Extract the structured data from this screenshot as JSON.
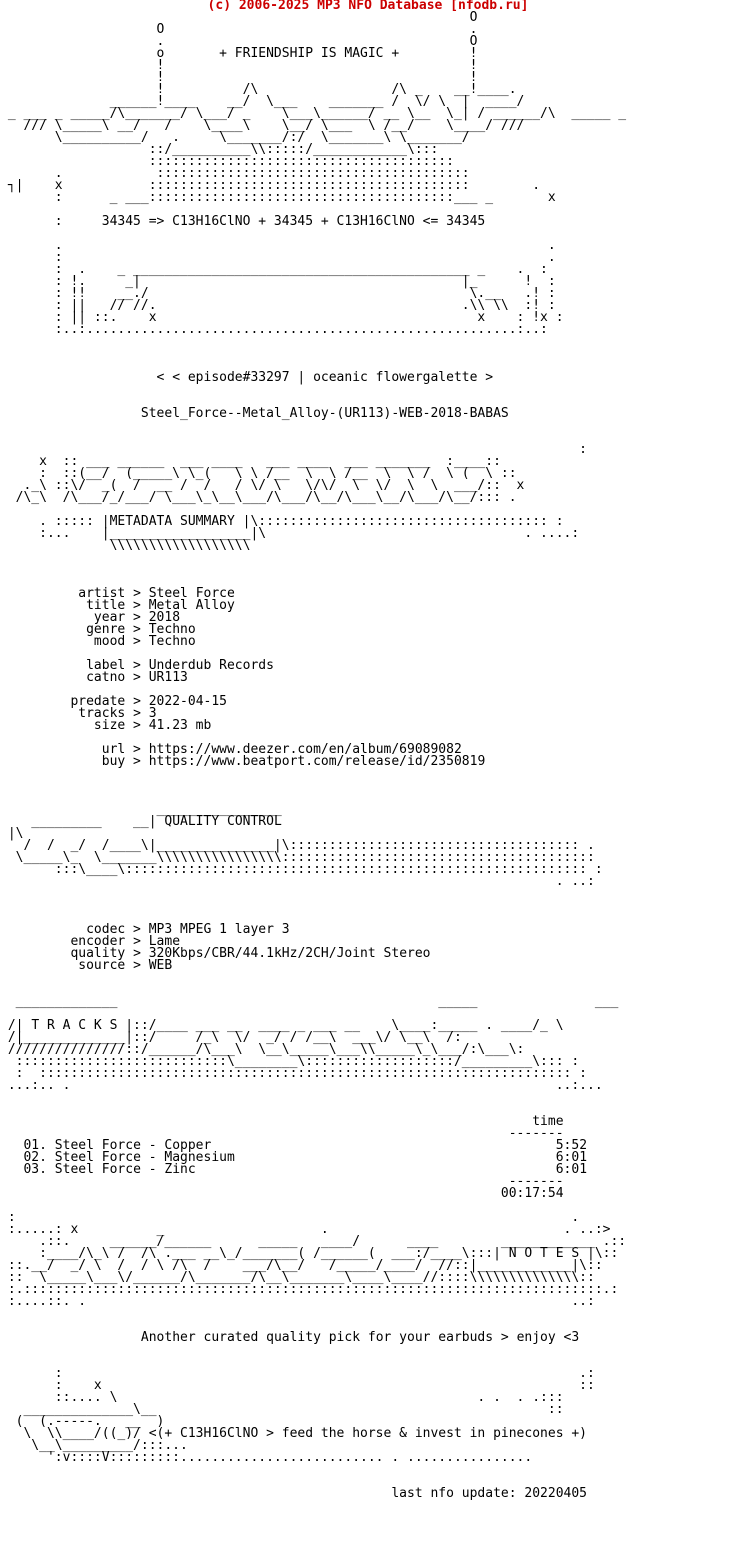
{
  "header": "(c) 2006-2025 MP3 NFO Database [nfodb.ru]",
  "art_top": "                                                            O\n                    O                                       .\n                    .                                       O\n                    o       + FRIENDSHIP IS MAGIC +         !\n                    !                                       !\n                    !                                       !\n                    !          /\\                 /\\ _    __!____.\n              ______!____    __/  \\___    _______ /  \\/ \\  |  ____/\n _ ___ _ _____/\\_______/ \\___/ _    \\___\\______/ __ \\__  \\_| / ______/\\  _____ _\n   /// \\_____\\ __/   /    \\____\\    \\__/ \\___  \\ /__/    \\____/ ///\n       \\__________/   .     \\_______/:/  \\_______\\ \\_______/\n                   ::/__________\\\\:::::/____________\\:::\n                   :::::::::::::::::::::::::::::::::::::::\n       .            ::::::::::::::::::::::::::::::::::::::::\n ┐|    x           :::::::::::::::::::::::::::::::::::::::::        .\n       :      _ ___:::::::::::::::::::::::::::::::::::::::___ _       x",
  "formula": "       :     34345 => C13H16ClNO + 34345 + C13H16ClNO <= 34345",
  "art_mid": "       .                                                              .\n       :                                                              .\n       :  .    _ ___________________________________________ _    .  :\n       : !.     _|                                         |_      !  :\n       : !!    __./                                         \\.__   .! :\n       : ||   // //.                                       .\\\\ \\\\  :! :\n       : || ::.    x                                         x    : !x :\n       :..:.......................................................:..:",
  "episode": "< episode#33297 | oceanic flowergalette >",
  "release": "Steel_Force--Metal_Alloy-(UR113)-WEB-2018-BABAS",
  "art_meta": "                                                                          :\n     x  :: ___ ______  ___ ____   ___ ____  ___ _______  :____::\n     :  ::(__/  (_____\\ \\_(   \\ \\ /__  \\  \\ /__  \\  \\ /  \\ (  \\ ::\n   ._\\ ::\\/  _(  /  __ /  /   / \\/ \\   \\/\\/  \\  \\/  \\  \\  ___/::  x\n  /\\_\\  /\\___/_/___/ \\___\\_\\__\\___/\\___/\\__/\\___\\__/\\___/\\__/::: .",
  "metadata_title": "METADATA SUMMARY",
  "metadata_box_pre": "     . ::::: |",
  "metadata_box_post": " |\\::::::::::::::::::::::::::::::::::::: :",
  "art_meta_bottom": "     :...    |__________________|\\                                 . ....:\n              \\\\\\\\\\\\\\\\\\\\\\\\\\\\\\\\\\\\",
  "metadata": [
    {
      "key": "artist",
      "value": "Steel Force"
    },
    {
      "key": "title",
      "value": "Metal Alloy"
    },
    {
      "key": "year",
      "value": "2018"
    },
    {
      "key": "genre",
      "value": "Techno"
    },
    {
      "key": "mood",
      "value": "Techno"
    },
    {
      "key": "",
      "value": ""
    },
    {
      "key": "label",
      "value": "Underdub Records"
    },
    {
      "key": "catno",
      "value": "UR113"
    },
    {
      "key": "",
      "value": ""
    },
    {
      "key": "predate",
      "value": "2022-04-15"
    },
    {
      "key": "tracks",
      "value": "3"
    },
    {
      "key": "size",
      "value": "41.23 mb"
    },
    {
      "key": "",
      "value": ""
    },
    {
      "key": "url",
      "value": "https://www.deezer.com/en/album/69089082"
    },
    {
      "key": "buy",
      "value": "https://www.beatport.com/release/id/2350819"
    }
  ],
  "qc_title": "QUALITY CONTROL",
  "art_qc_top": "                    ________________\n    _________    __| ",
  "art_qc_after": " |\\\n   /  /  _/  /____\\|_______________|\\::::::::::::::::::::::::::::::::::::: .\n  \\_____\\_  \\_______\\\\\\\\\\\\\\\\\\\\\\\\\\\\\\\\::::::::::::::::::::::::::::::::::::::::\n       :::\\____\\::::::::::::::::::::::::::::::::::::::::::::::::::::::::::: :\n                                                                       . ..:",
  "quality": [
    {
      "key": "codec",
      "value": "MP3 MPEG 1 layer 3"
    },
    {
      "key": "encoder",
      "value": "Lame"
    },
    {
      "key": "quality",
      "value": "320Kbps/CBR/44.1kHz/2CH/Joint Stereo"
    },
    {
      "key": "source",
      "value": "WEB"
    }
  ],
  "tracks_title": "T R A C K S",
  "art_tracks_top": "  _____________                                         _____               ___",
  "art_tracks_pre": " /| ",
  "art_tracks_post": " |::/____ ___ __  ____ _ ___ __    \\____:_____ . ____/_ \\",
  "art_tracks_rest": " /|_____________|::/     /_\\  \\/  _/ / /__\\  ___\\/ \\__\\  /:\n ///////////////::/______/\\___\\  \\__\\_____\\___\\\\_____\\_\\___/:\\___\\:\n  :::::::::::::::::::::::::::\\________\\:::::::::::::::::::/_________\\::: :\n  :  :::::::::::::::::::::::::::::::::::::::::::::::::::::::::::::::::::: :\n ...:.. .                                                              ..:...",
  "tracks_time_header": "time",
  "tracks_divider": "-------",
  "tracks": [
    {
      "num": "01.",
      "title": "Steel Force - Copper",
      "time": "5:52"
    },
    {
      "num": "02.",
      "title": "Steel Force - Magnesium",
      "time": "6:01"
    },
    {
      "num": "03.",
      "title": "Steel Force - Zinc",
      "time": "6:01"
    }
  ],
  "tracks_total": "00:17:54",
  "notes_title": "N O T E S",
  "art_notes_top": " :                                                                       .\n :.....: x          _                    .                              . ..:>\n     .::.     ______/______      _____   ____/      ____        ____________ .::\n     :____/\\_\\ /  /\\ .___ __\\_/_______( /______(  ___:/____\\:::|",
  "art_notes_post": "|\\::",
  "art_notes_rest": " ::.__/  _/ \\  /  / \\ /\\  /    ___/\\__/   /_____/____/  //::|____________|\\::\n ::  \\_____\\___\\/______/\\_______/\\__\\_______\\____\\____//::::\\\\\\\\\\\\\\\\\\\\\\\\\\\\::\n :.::::::::::::::::::::::::::::::::::::::::::::::::::::::::::::::::::::::::::.:\n :....::. .                                                              ..:",
  "notes_text": "Another curated quality pick for your earbuds > enjoy <3",
  "art_bottom": "       :                                                                  .:\n       :    x                                                             ::\n       ::.... \\                                              . .  . .:::\n   ______________\\__                                                  ::\n  (  (.-----.   __  )\n   \\  \\\\____/((_)/ <(+ C13H16ClNO > feed the horse & invest in pinecones +)\n    \\__\\_________/:::...\n      ':v::::V:::::::::.......................... . ................",
  "footer": "last nfo update: 20220405"
}
